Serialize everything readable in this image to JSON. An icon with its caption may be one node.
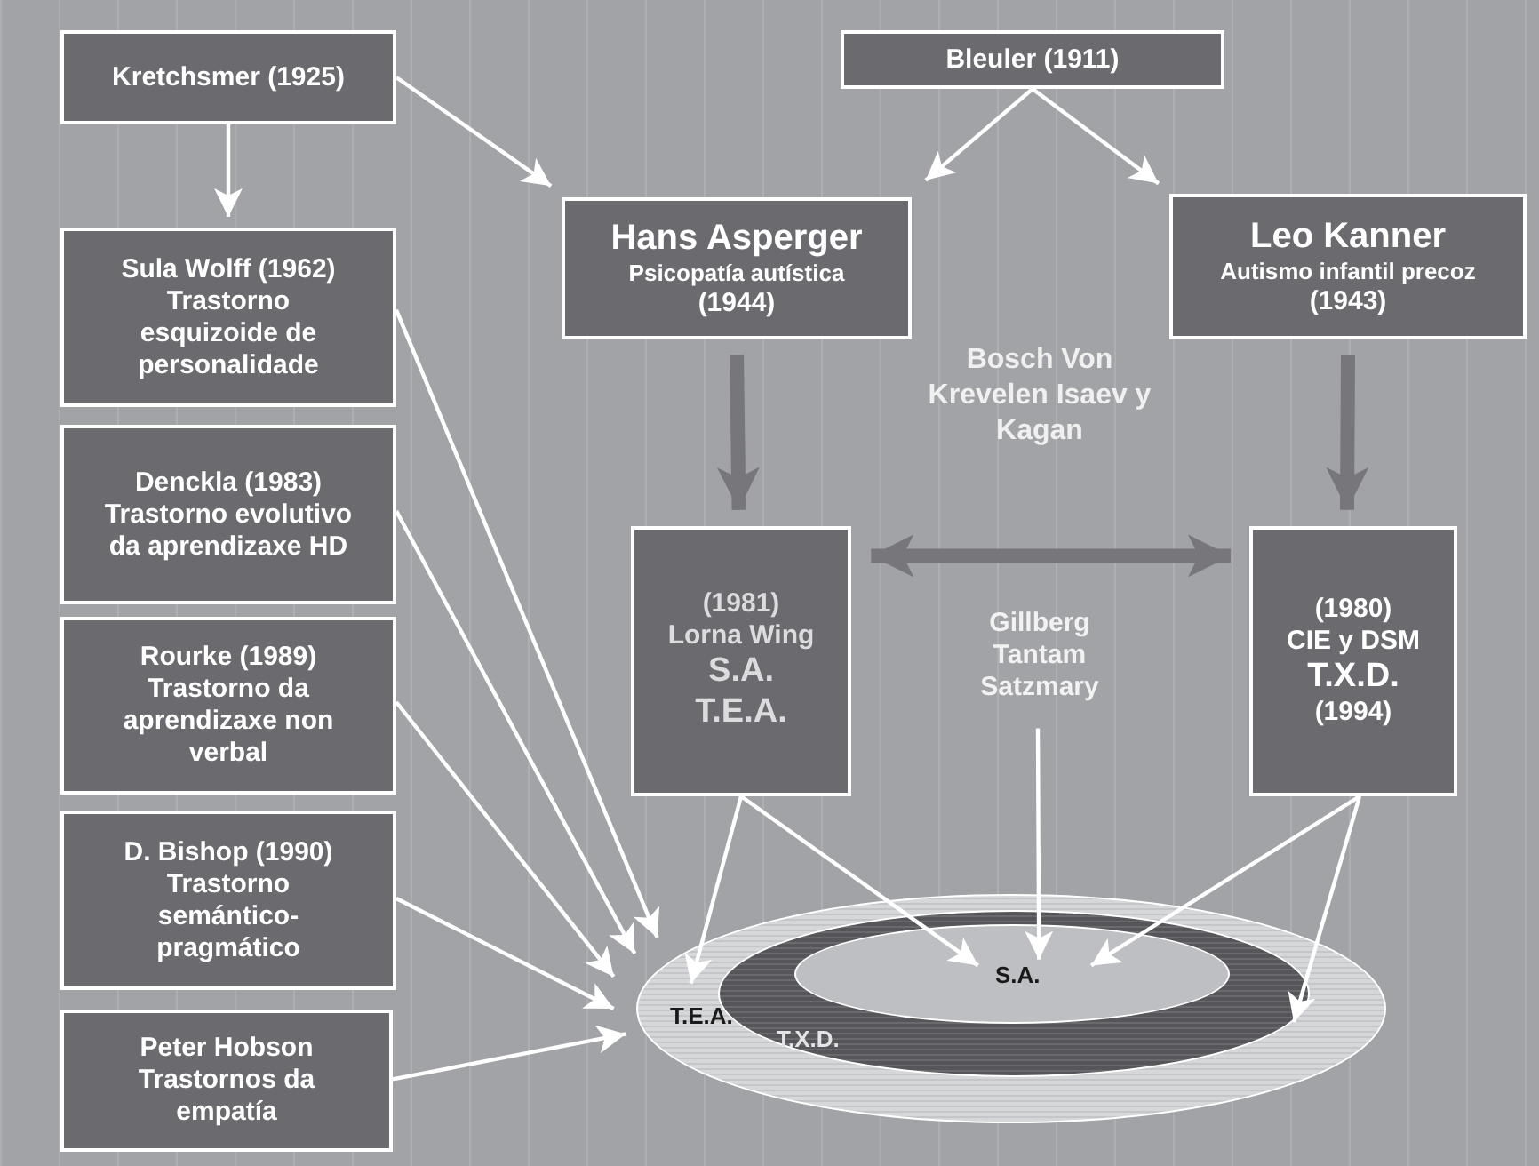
{
  "diagram": {
    "nodes": [
      {
        "text": [
          "Kretchsmer (1925)"
        ]
      },
      {
        "text": [
          "Bleuler (1911)"
        ]
      },
      {
        "text": [
          "Hans Asperger",
          "Psicopatía autística",
          "(1944)"
        ]
      },
      {
        "text": [
          "Leo Kanner",
          "Autismo infantil precoz",
          "(1943)"
        ]
      },
      {
        "text": [
          "Sula Wolff (1962)",
          "Trastorno esquizoide de personalidade"
        ]
      },
      {
        "text": [
          "Denckla (1983)",
          "Trastorno evolutivo da aprendizaxe HD"
        ]
      },
      {
        "text": [
          "Rourke (1989)",
          "Trastorno da aprendizaxe non verbal"
        ]
      },
      {
        "text": [
          "D. Bishop (1990)",
          "Trastorno semántico-pragmático"
        ]
      },
      {
        "text": [
          "Peter Hobson",
          "Trastornos da empatía"
        ]
      },
      {
        "text": [
          "(1981)",
          "Lorna Wing",
          "S.A.",
          "T.E.A."
        ]
      },
      {
        "text": [
          "Gillberg Tantam Satzmary"
        ]
      },
      {
        "text": [
          "(1980)",
          "CIE y DSM",
          "T.X.D.",
          "(1994)"
        ]
      },
      {
        "text": [
          "T.E.A."
        ]
      },
      {
        "text": [
          "T.X.D."
        ],
        "in": 12
      },
      {
        "text": [
          "S.A."
        ],
        "in": 13
      }
    ],
    "edges": [
      {
        "from": 0,
        "to": 4,
        "arrow": "to"
      },
      {
        "from": 0,
        "to": 2,
        "arrow": "to"
      },
      {
        "from": 1,
        "to": 2,
        "arrow": "to"
      },
      {
        "from": 1,
        "to": 3,
        "arrow": "to"
      },
      {
        "from": 2,
        "to": 9,
        "arrow": "to",
        "style": "thick",
        "color": "#77777b"
      },
      {
        "from": 3,
        "to": 11,
        "arrow": "to",
        "style": "thick",
        "color": "#77777b"
      },
      {
        "from": 9,
        "to": 11,
        "arrow": "both",
        "style": "thick",
        "color": "#77777b"
      },
      {
        "from": 4,
        "to": 12,
        "arrow": "to"
      },
      {
        "from": 5,
        "to": 12,
        "arrow": "to"
      },
      {
        "from": 6,
        "to": 12,
        "arrow": "to"
      },
      {
        "from": 7,
        "to": 12,
        "arrow": "to"
      },
      {
        "from": 8,
        "to": 12,
        "arrow": "to"
      },
      {
        "from": 9,
        "to": 12,
        "arrow": "to"
      },
      {
        "from": 9,
        "to": 14,
        "arrow": "to"
      },
      {
        "from": 10,
        "to": 14,
        "arrow": "to"
      },
      {
        "from": 11,
        "to": 14,
        "arrow": "to"
      },
      {
        "from": 11,
        "to": 13,
        "arrow": "to"
      }
    ],
    "labels": [
      "Bosch Von Krevelen Isaev y Kagan"
    ]
  }
}
